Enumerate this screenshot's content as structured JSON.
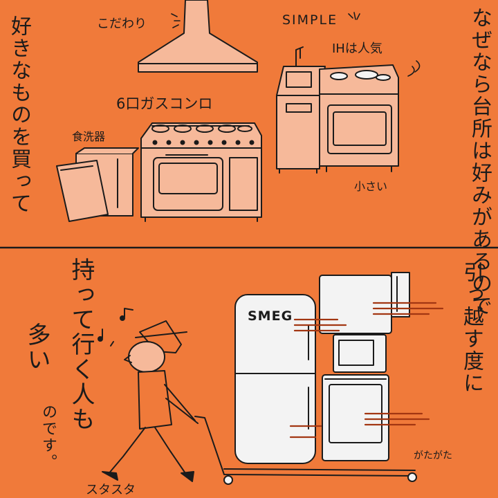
{
  "panel_top": {
    "vertical_left": "好きなものを買って",
    "vertical_right": "なぜなら台所は好みがあるので",
    "label_kodawari": "こだわり",
    "label_simple": "SIMPLE",
    "label_ih": "IHは人気",
    "label_gas": "6口ガスコンロ",
    "label_dishwasher": "食洗器",
    "label_small": "小さい"
  },
  "panel_bottom": {
    "vertical_moving": "引っ越す度に",
    "vertical_bring": "持って行く人も",
    "vertical_many": "多い",
    "vertical_node": "のです。",
    "brand": "SMEG",
    "sound_gata": "がたがた",
    "sound_sutasuta": "スタスタ"
  },
  "colors": {
    "background": "#f07a3a",
    "appliance_fill": "#f6b99a",
    "fridge_fill": "#f3f3f3",
    "ink": "#1b1b1b",
    "motion_lines": "#a23612"
  }
}
